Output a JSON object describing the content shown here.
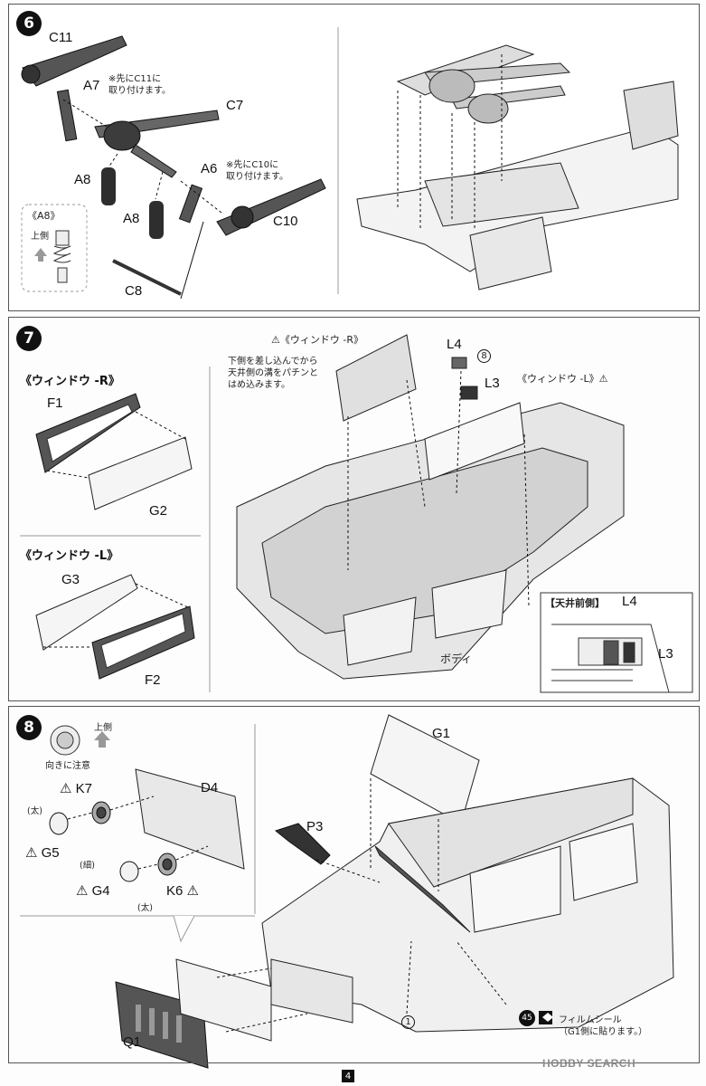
{
  "steps": {
    "s6": {
      "number": "6",
      "parts": {
        "c11": "C11",
        "a7": "A7",
        "c7": "C7",
        "a8a": "A8",
        "a8b": "A8",
        "a6": "A6",
        "c10": "C10",
        "c8": "C8"
      },
      "note_a7": [
        "※先にC11に",
        "取り付けます。"
      ],
      "note_a6": [
        "※先にC10に",
        "取り付けます。"
      ],
      "inset_title": "《A8》",
      "inset_up": "上側"
    },
    "s7": {
      "number": "7",
      "window_r": "《ウィンドウ -R》",
      "window_l": "《ウィンドウ -L》",
      "parts": {
        "f1": "F1",
        "g2": "G2",
        "g3": "G3",
        "f2": "F2",
        "l4": "L4",
        "l3": "L3",
        "body": "ボディ"
      },
      "callout_r": "《ウィンドウ -R》",
      "callout_l": "《ウィンドウ -L》",
      "note": [
        "下側を差し込んでから",
        "天井側の溝をパチンと",
        "はめ込みます。"
      ],
      "decal_num": "8",
      "inset_title": "【天井前側】",
      "inset_l4": "L4",
      "inset_l3": "L3"
    },
    "s8": {
      "number": "8",
      "up": "上側",
      "orient": "向きに注意",
      "parts": {
        "k7": "K7",
        "d4": "D4",
        "g5": "G5",
        "g4": "G4",
        "k6": "K6",
        "g1": "G1",
        "p3": "P3",
        "q1": "Q1"
      },
      "thick1": "(太)",
      "thin": "(細)",
      "thick2": "(太)",
      "decal_1": "1",
      "decal_45": "45",
      "film_note": [
        "フィルムシール",
        "（G1側に貼ります。）"
      ]
    }
  },
  "footer": {
    "page_number": "4",
    "watermark": "HOBBY SEARCH"
  }
}
